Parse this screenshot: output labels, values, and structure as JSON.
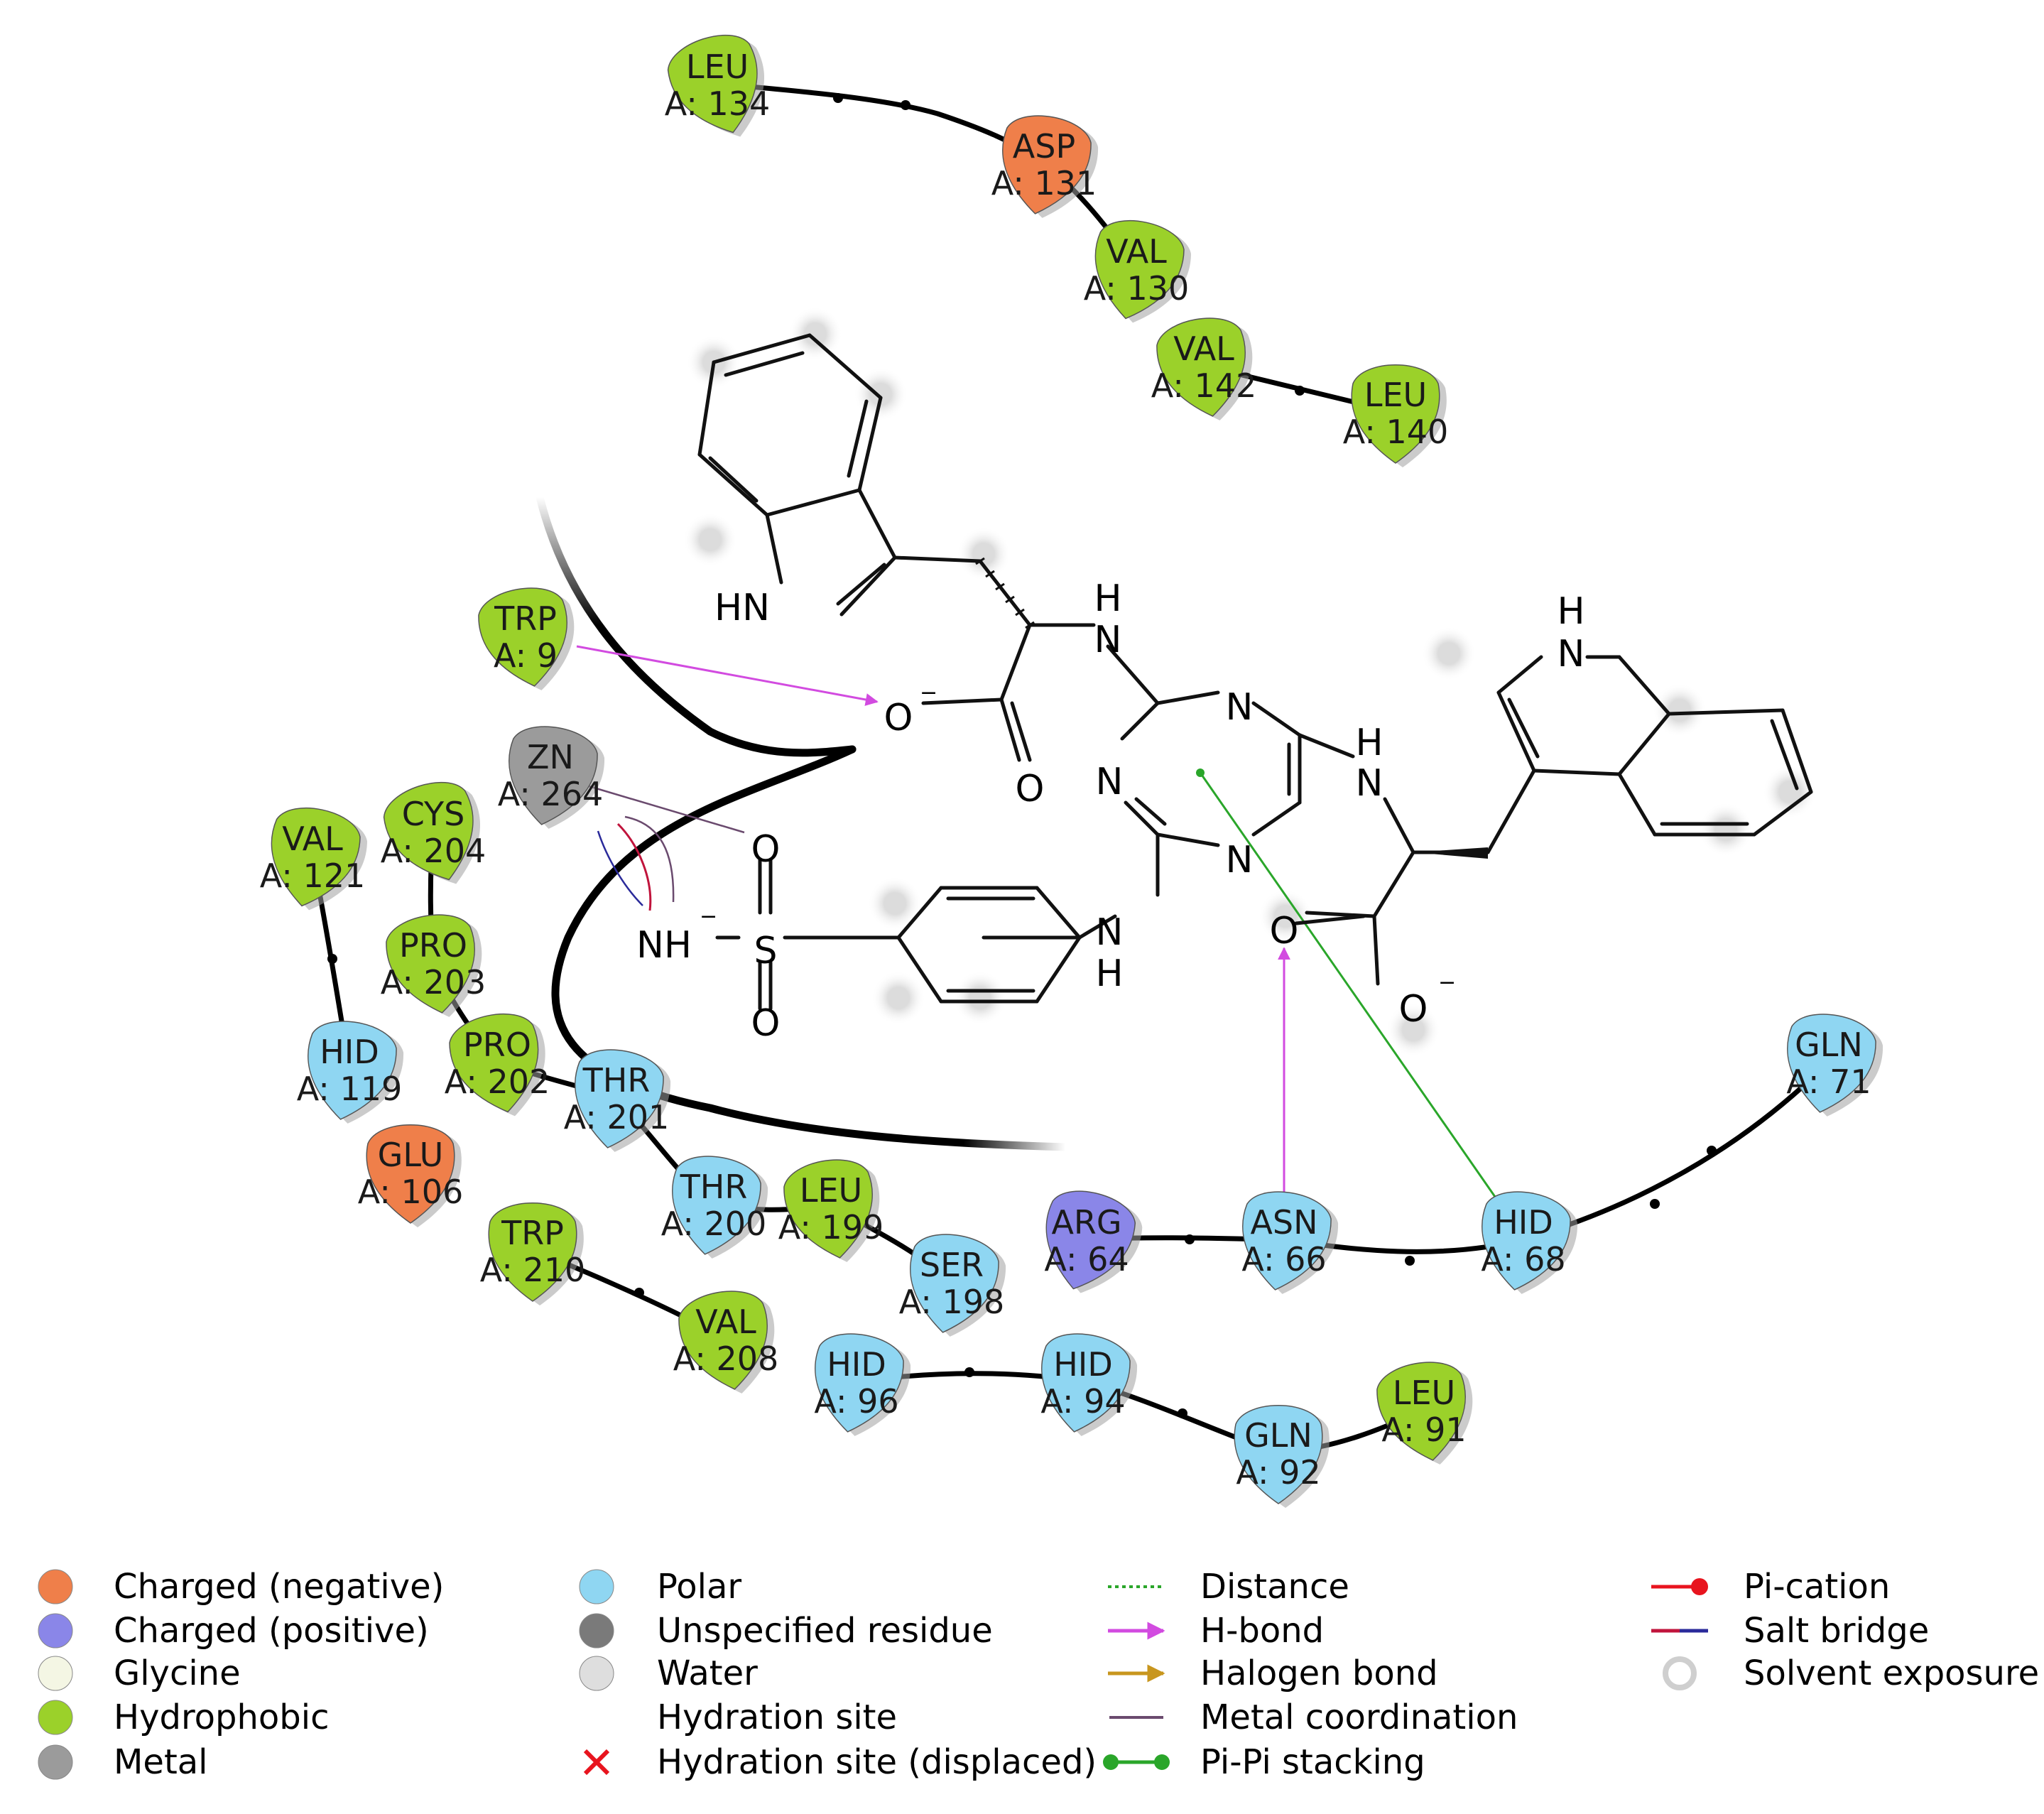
{
  "colors": {
    "charged_negative": "#ef7f4a",
    "charged_positive": "#8a86e8",
    "glycine": "#f4f6e4",
    "hydrophobic": "#9bd12a",
    "metal": "#9b9b9b",
    "polar": "#8fd6f2",
    "hbond": "#d24be0",
    "distance": "#2aa62a",
    "metal_coord": "#6a4a6e",
    "salt_bridge_red": "#c0143c",
    "salt_bridge_blue": "#2a2a9a",
    "pi_cation": "#e8141e",
    "halogen": "#c8961e"
  },
  "residues": [
    {
      "name": "LEU",
      "num": "A: 134",
      "type": "hydrophobic"
    },
    {
      "name": "ASP",
      "num": "A: 131",
      "type": "charged_negative"
    },
    {
      "name": "VAL",
      "num": "A: 130",
      "type": "hydrophobic"
    },
    {
      "name": "VAL",
      "num": "A: 142",
      "type": "hydrophobic"
    },
    {
      "name": "LEU",
      "num": "A: 140",
      "type": "hydrophobic"
    },
    {
      "name": "TRP",
      "num": "A: 9",
      "type": "hydrophobic"
    },
    {
      "name": "ZN",
      "num": "A: 264",
      "type": "metal"
    },
    {
      "name": "VAL",
      "num": "A: 121",
      "type": "hydrophobic"
    },
    {
      "name": "CYS",
      "num": "A: 204",
      "type": "hydrophobic"
    },
    {
      "name": "PRO",
      "num": "A: 203",
      "type": "hydrophobic"
    },
    {
      "name": "HID",
      "num": "A: 119",
      "type": "polar"
    },
    {
      "name": "PRO",
      "num": "A: 202",
      "type": "hydrophobic"
    },
    {
      "name": "THR",
      "num": "A: 201",
      "type": "polar"
    },
    {
      "name": "GLU",
      "num": "A: 106",
      "type": "charged_negative"
    },
    {
      "name": "THR",
      "num": "A: 200",
      "type": "polar"
    },
    {
      "name": "LEU",
      "num": "A: 199",
      "type": "hydrophobic"
    },
    {
      "name": "TRP",
      "num": "A: 210",
      "type": "hydrophobic"
    },
    {
      "name": "SER",
      "num": "A: 198",
      "type": "polar"
    },
    {
      "name": "VAL",
      "num": "A: 208",
      "type": "hydrophobic"
    },
    {
      "name": "HID",
      "num": "A: 96",
      "type": "polar"
    },
    {
      "name": "HID",
      "num": "A: 94",
      "type": "polar"
    },
    {
      "name": "GLN",
      "num": "A: 92",
      "type": "polar"
    },
    {
      "name": "LEU",
      "num": "A: 91",
      "type": "hydrophobic"
    },
    {
      "name": "ARG",
      "num": "A: 64",
      "type": "charged_positive"
    },
    {
      "name": "ASN",
      "num": "A: 66",
      "type": "polar"
    },
    {
      "name": "HID",
      "num": "A: 68",
      "type": "polar"
    },
    {
      "name": "GLN",
      "num": "A: 71",
      "type": "polar"
    }
  ],
  "ligand_atoms": {
    "hn_left": "HN",
    "h_top": "H",
    "n_top": "N",
    "o_minus": "O",
    "o_carbonyl": "O",
    "n_ring_a": "N",
    "n_ring_b": "N",
    "n_ring_c": "N",
    "nh_h": "H",
    "nh_n": "N",
    "h_right_indole": "H",
    "n_right_indole": "N",
    "o_right_carbonyl": "O",
    "o_right_minus": "O",
    "n_bottom": "N",
    "h_bottom": "H",
    "nh_sulfonamide": "NH",
    "s": "S",
    "o_s_top": "O",
    "o_s_bottom": "O",
    "o_zn": "O",
    "charge_minus": "−"
  },
  "legend": {
    "col1": [
      {
        "label": "Charged (negative)",
        "icon": "circle",
        "color": "#ef7f4a"
      },
      {
        "label": "Charged (positive)",
        "icon": "circle",
        "color": "#8a86e8"
      },
      {
        "label": "Glycine",
        "icon": "circle",
        "color": "#f4f6e4"
      },
      {
        "label": "Hydrophobic",
        "icon": "circle",
        "color": "#9bd12a"
      },
      {
        "label": "Metal",
        "icon": "circle",
        "color": "#9b9b9b"
      }
    ],
    "col2": [
      {
        "label": "Polar",
        "icon": "circle",
        "color": "#8fd6f2"
      },
      {
        "label": "Unspecified residue",
        "icon": "circle",
        "color": "#7a7a7a"
      },
      {
        "label": "Water",
        "icon": "circle",
        "color": "#dedede"
      },
      {
        "label": "Hydration site",
        "icon": "none",
        "color": ""
      },
      {
        "label": "Hydration site (displaced)",
        "icon": "cross",
        "color": "#e8141e"
      }
    ],
    "col3": [
      {
        "label": "Distance",
        "icon": "dotted",
        "color": "#2aa62a"
      },
      {
        "label": "H-bond",
        "icon": "arrow",
        "color": "#d24be0"
      },
      {
        "label": "Halogen bond",
        "icon": "arrow",
        "color": "#c8961e"
      },
      {
        "label": "Metal coordination",
        "icon": "line",
        "color": "#6a4a6e"
      },
      {
        "label": "Pi-Pi stacking",
        "icon": "dumbbell",
        "color": "#2aa62a"
      }
    ],
    "col4": [
      {
        "label": "Pi-cation",
        "icon": "pin",
        "color": "#e8141e"
      },
      {
        "label": "Salt bridge",
        "icon": "twocolor",
        "color": "#c0143c"
      },
      {
        "label": "Solvent exposure",
        "icon": "halo",
        "color": "#cfcfcf"
      }
    ]
  }
}
